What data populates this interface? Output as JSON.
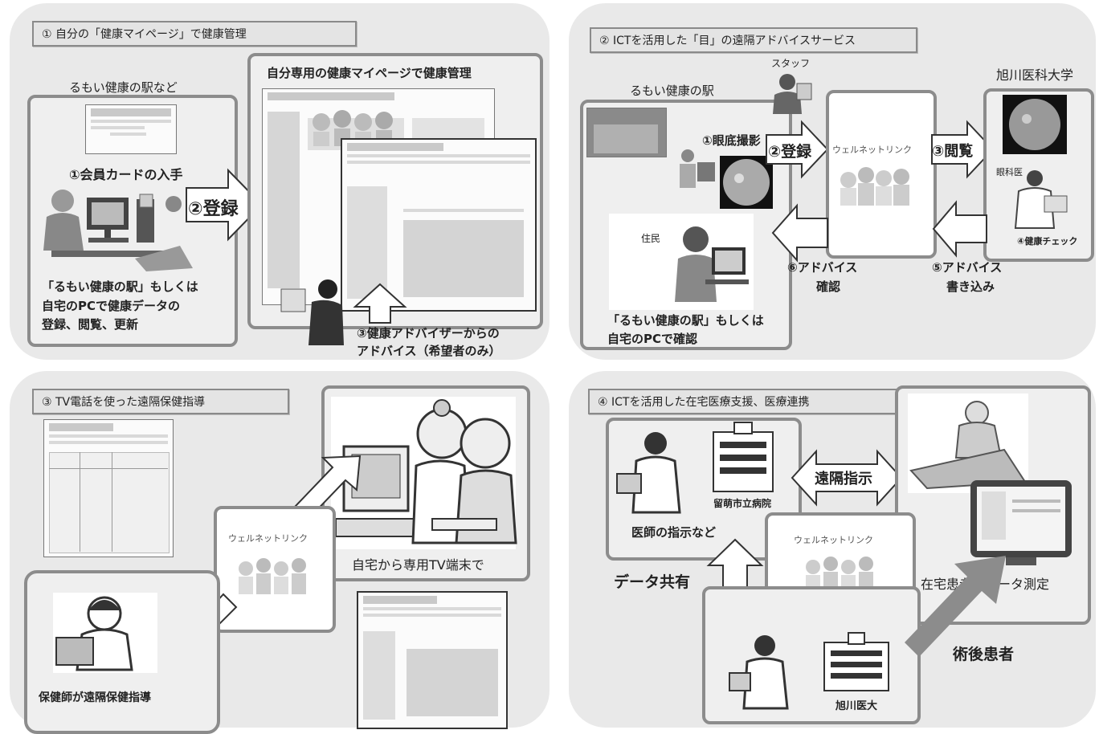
{
  "panel1": {
    "title": "① 自分の「健康マイページ」で健康管理",
    "location": "るもい健康の駅など",
    "mypage_caption": "自分専用の健康マイページで健康管理",
    "step1": "①会員カードの入手",
    "step2": "②登録",
    "desc_line1": "「るもい健康の駅」もしくは",
    "desc_line2": "自宅のPCで健康データの",
    "desc_line3": "登録、閲覧、更新",
    "advice_line1": "③健康アドバイザーからの",
    "advice_line2": "アドバイス（希望者のみ）"
  },
  "panel2": {
    "title": "② ICTを活用した「目」の遠隔アドバイスサービス",
    "location": "るもい健康の駅",
    "staff": "スタッフ",
    "univ": "旭川医科大学",
    "step1": "①眼底撮影",
    "step2": "②登録",
    "step3": "③閲覧",
    "ophthalmologist": "眼科医",
    "step4": "④健康チェック",
    "resident": "住民",
    "step6_line1": "⑥アドバイス",
    "step6_line2": "確認",
    "step5_line1": "⑤アドバイス",
    "step5_line2": "書き込み",
    "confirm_line1": "「るもい健康の駅」もしくは",
    "confirm_line2": "自宅のPCで確認"
  },
  "panel3": {
    "title": "③ TV電話を使った遠隔保健指導",
    "tv_caption": "自宅から専用TV端末で",
    "nurse_caption": "保健師が遠隔保健指導"
  },
  "panel4": {
    "title": "④ ICTを活用した在宅医療支援、医療連携",
    "remote": "遠隔指示",
    "hospital": "留萌市立病院",
    "doctor_instr": "医師の指示など",
    "data_share": "データ共有",
    "patient_data": "在宅患者のデータ測定",
    "post_op": "術後患者",
    "asahikawa": "旭川医大"
  },
  "logo_text": "ウェルネットリンク"
}
